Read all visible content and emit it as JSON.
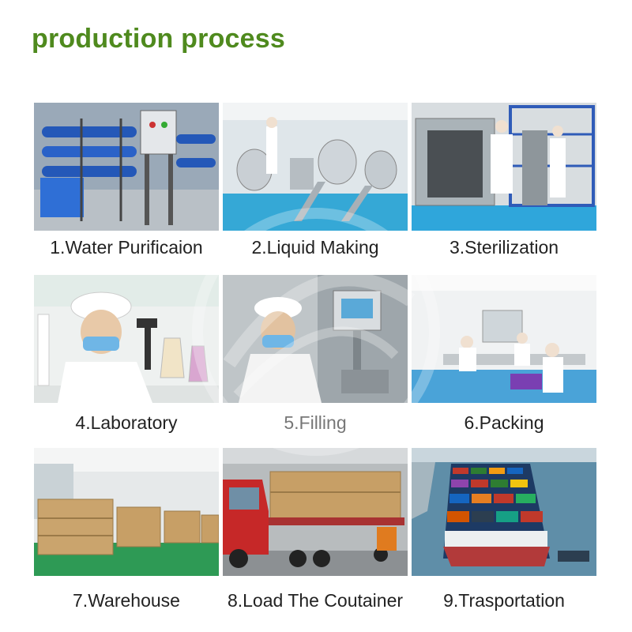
{
  "title": "production process",
  "colors": {
    "title": "#4f8a1e",
    "caption": "#222222"
  },
  "steps": [
    {
      "label": "1.Water Purificaion",
      "image": "water-purification-equipment"
    },
    {
      "label": "2.Liquid Making",
      "image": "liquid-mixing-tanks"
    },
    {
      "label": "3.Sterilization",
      "image": "sterilization-cabinet"
    },
    {
      "label": "4.Laboratory",
      "image": "lab-technician-microscope"
    },
    {
      "label": "5.Filling",
      "image": "filling-machine-operator"
    },
    {
      "label": "6.Packing",
      "image": "packing-line-workers"
    },
    {
      "label": "7.Warehouse",
      "image": "warehouse-boxes"
    },
    {
      "label": "8.Load The Coutainer",
      "image": "loaded-truck"
    },
    {
      "label": "9.Trasportation",
      "image": "container-ship"
    }
  ]
}
